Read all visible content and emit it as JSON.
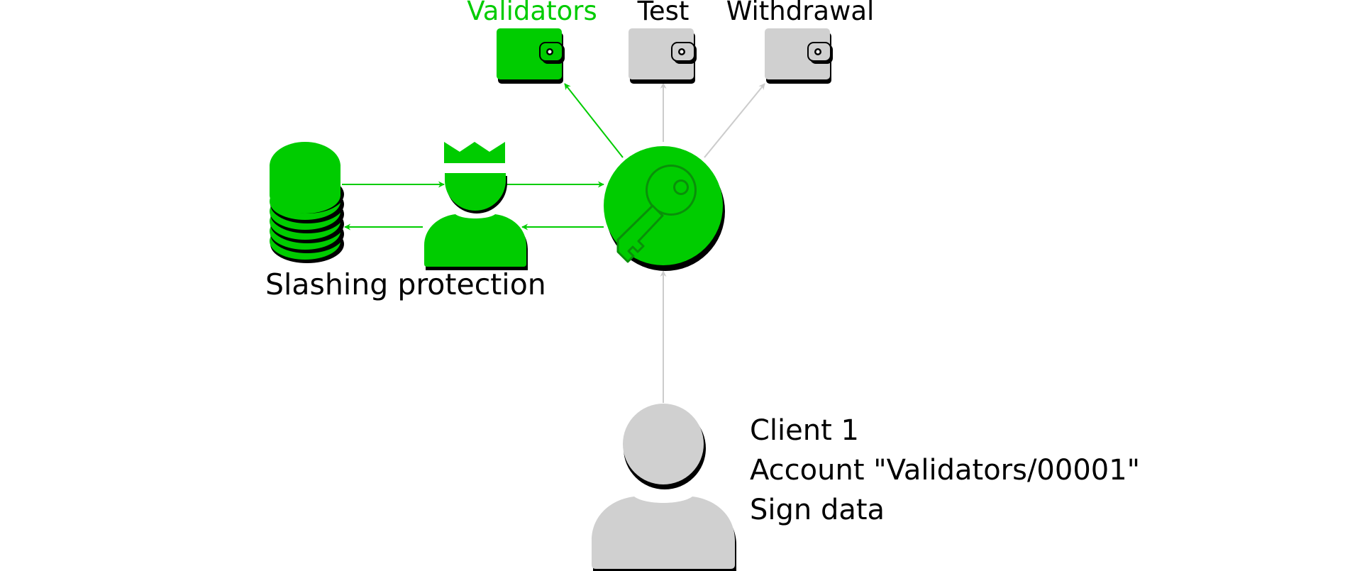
{
  "wallets": {
    "validators": {
      "label": "Validators",
      "active": true
    },
    "test": {
      "label": "Test",
      "active": false
    },
    "withdrawal": {
      "label": "Withdrawal",
      "active": false
    }
  },
  "slashing_protection": {
    "label": "Slashing protection"
  },
  "client": {
    "line1": "Client 1",
    "line2": "Account \"Validators/00001\"",
    "line3": "Sign data"
  },
  "icons": {
    "key": "key-icon",
    "database": "database-icon",
    "guard": "crowned-person-icon",
    "client": "person-icon",
    "wallet": "wallet-icon"
  },
  "colors": {
    "active": "#00cc00",
    "inactive": "#d0d0d0",
    "shadow": "#000000",
    "text": "#000000"
  }
}
